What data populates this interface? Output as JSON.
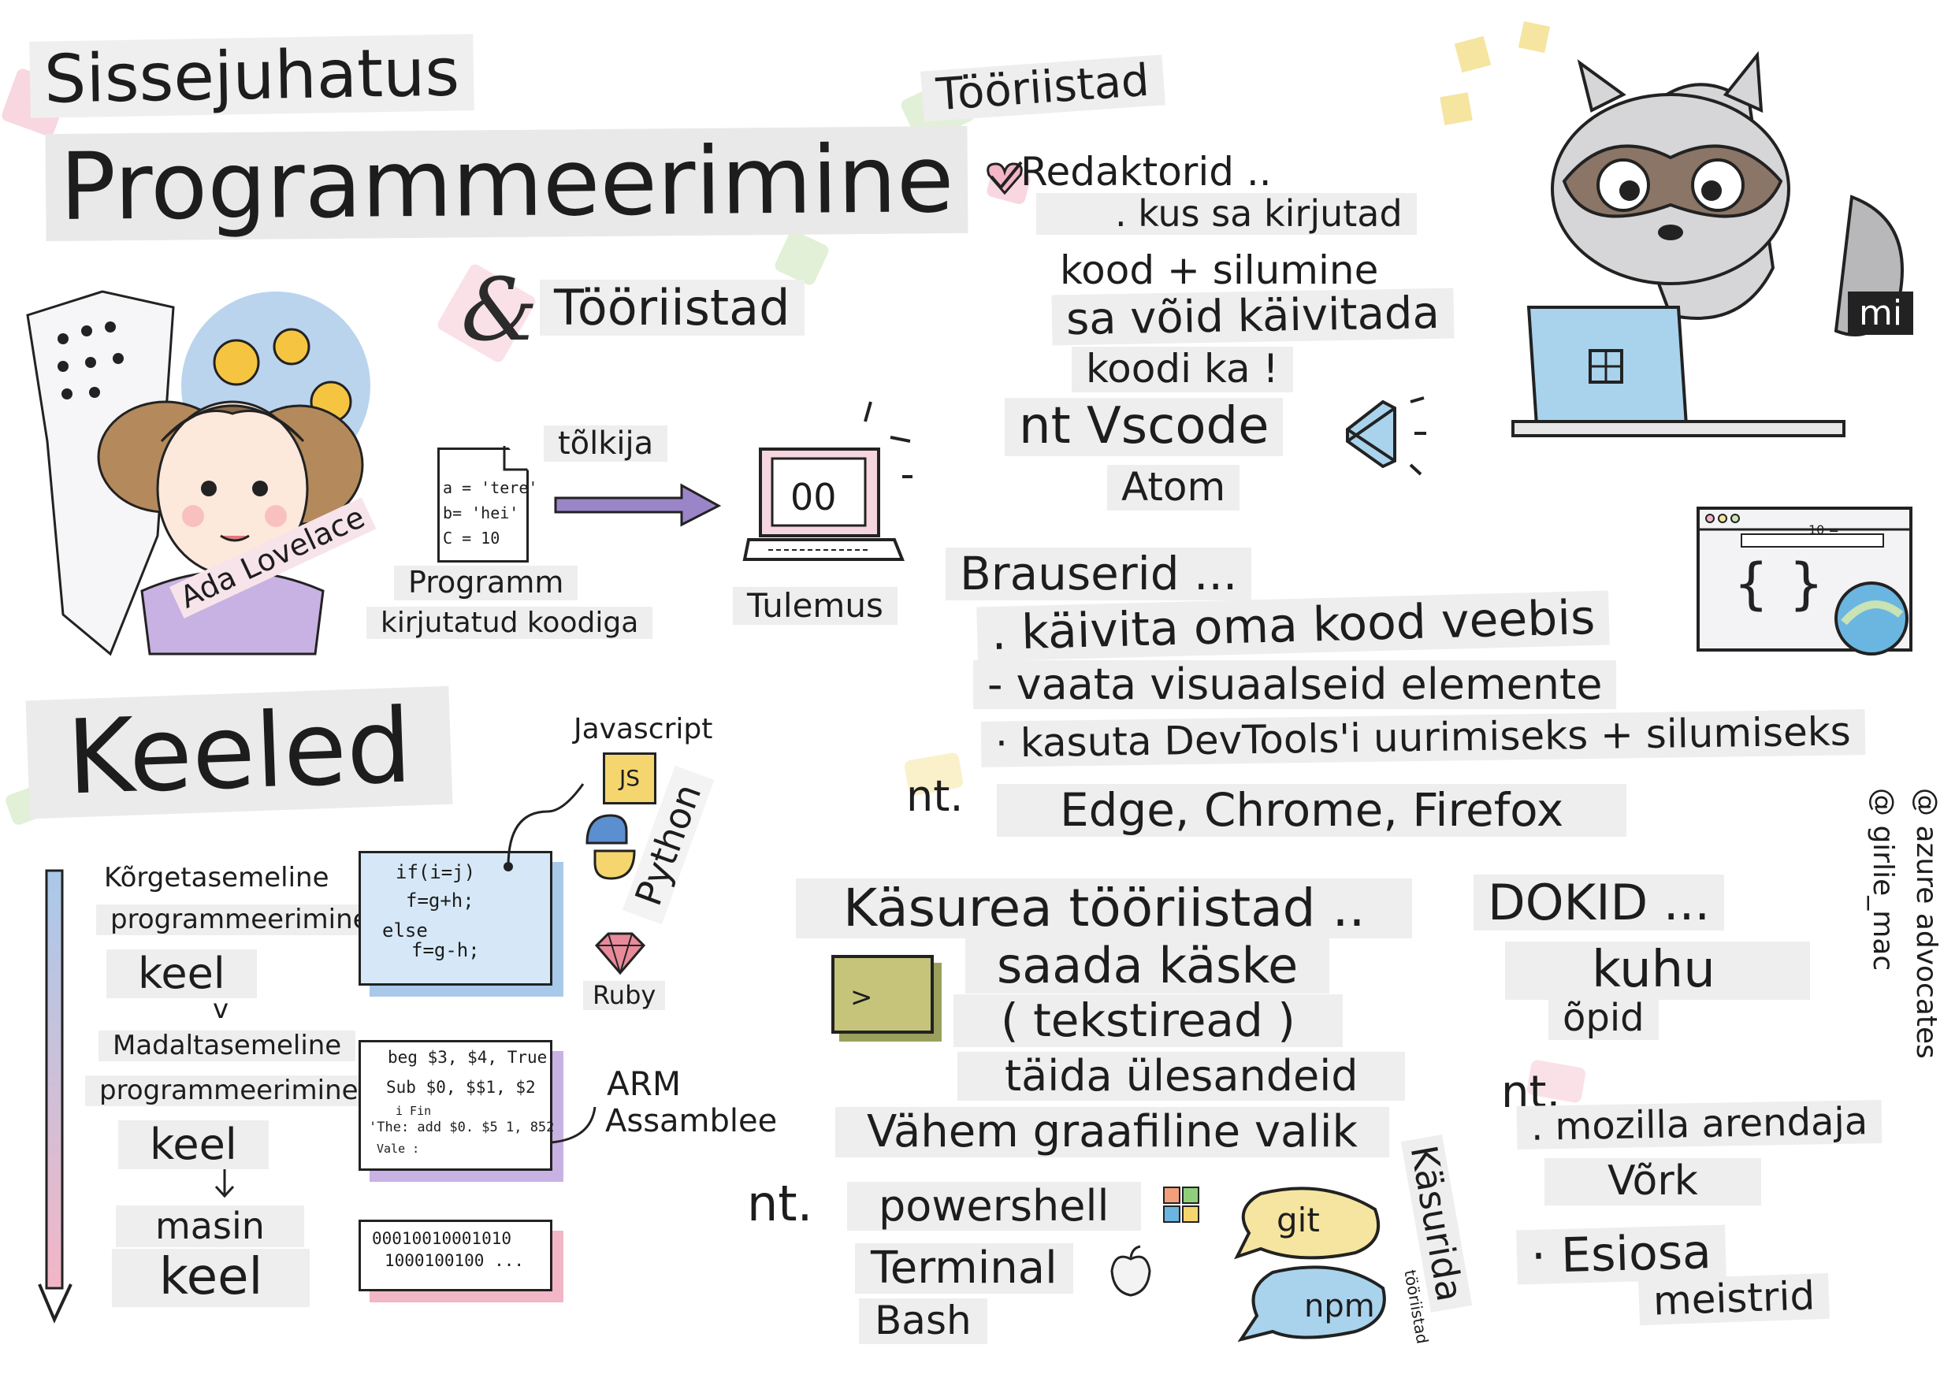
{
  "title": {
    "line1": "Sissejuhatus",
    "line2": "Programmeerimine",
    "line3": "Tööriistad",
    "amp": "&"
  },
  "ada": {
    "name": "Ada Lovelace"
  },
  "compile": {
    "code_lines": [
      "a = 'tere'",
      "b= 'hei'",
      "C = 10"
    ],
    "program_label": "Programm",
    "program_sub": "kirjutatud koodiga",
    "translator": "tõlkija",
    "screen_text": "00",
    "result": "Tulemus"
  },
  "tools": {
    "header": "Tööriistad",
    "editors": "Redaktorid ..",
    "editors_desc": [
      ". kus sa kirjutad",
      "kood + silumine",
      "sa võid käivitada",
      "koodi ka !"
    ],
    "editors_ex1": "nt Vscode",
    "editors_ex2": "Atom",
    "mascot": "mi"
  },
  "browsers": {
    "header": "Brauserid ...",
    "items": [
      ". käivita oma kood veebis",
      "- vaata visuaalseid elemente",
      "· kasuta DevTools'i uurimiseks + silumiseks"
    ],
    "nt": "nt.",
    "examples": "Edge, Chrome, Firefox",
    "window_badge": "10 ="
  },
  "languages": {
    "header": "Keeled",
    "high": [
      "Kõrgetasemeline",
      "programmeerimine",
      "keel"
    ],
    "v": "v",
    "low": [
      "Madaltasemeline",
      "programmeerimine",
      "keel"
    ],
    "machine": [
      "masin",
      "keel"
    ],
    "hl_code": [
      "if(i=j)",
      "f=g+h;",
      "else",
      "f=g-h;"
    ],
    "asm_code": [
      "beg $3, $4, True",
      "Sub $0, $$1, $2",
      "i Fin",
      "'The: add $0. $5 1, 852",
      "Vale :"
    ],
    "bin_code": [
      "00010010001010",
      "1000100100 ..."
    ],
    "js": "Javascript",
    "js_badge": "JS",
    "python": "Python",
    "ruby": "Ruby",
    "arm": [
      "ARM",
      "Assamblee"
    ]
  },
  "cli": {
    "header": "Käsurea tööriistad ..",
    "prompt": ">",
    "lines": [
      "saada käske",
      "( tekstiread )",
      "täida ülesandeid",
      "Vähem graafiline valik"
    ],
    "nt": "nt.",
    "examples": [
      "powershell",
      "Terminal",
      "Bash"
    ],
    "bubbles": [
      "git",
      "npm"
    ],
    "side": [
      "Käsurida",
      "tööriistad"
    ]
  },
  "docs": {
    "header": "DOKID ...",
    "lines": [
      "kuhu",
      "õpid"
    ],
    "nt": "nt.",
    "examples": [
      ". mozilla arendaja",
      "Võrk",
      "· Esiosa",
      "meistrid"
    ]
  },
  "credits": {
    "line1": "@ azure advocates",
    "line2": "@ girlie_mac"
  },
  "colors": {
    "accent_purple": "#9b85c9",
    "pink": "#f2b6c6",
    "green": "#c9e3b5",
    "yellow": "#f5e5a0",
    "blue": "#a9d3ec",
    "label_bg": "#eeeeee"
  }
}
